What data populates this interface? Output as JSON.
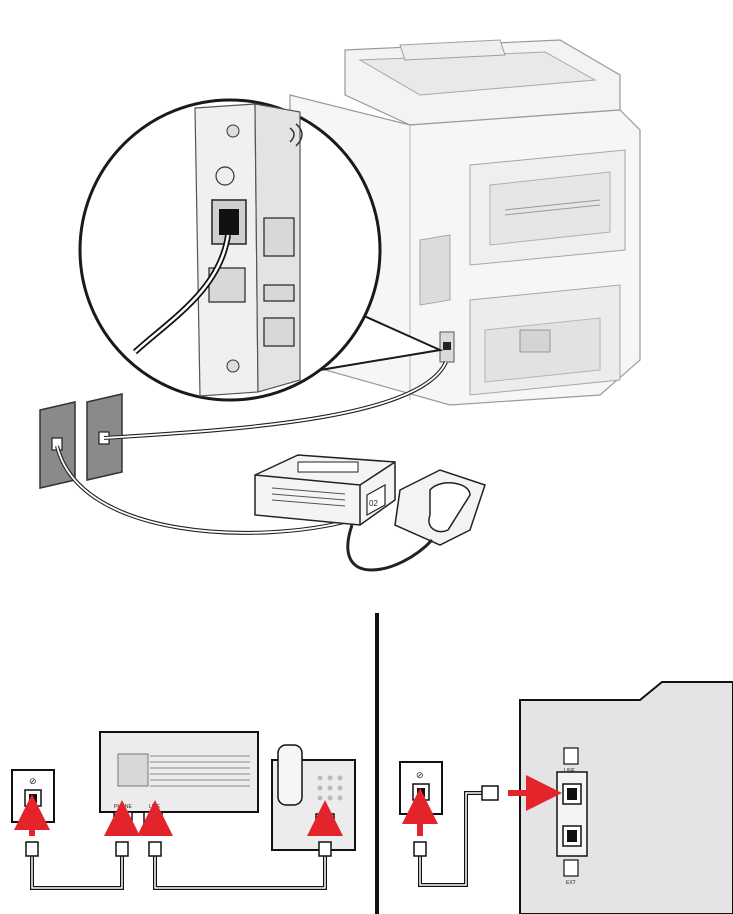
{
  "labels": {
    "phone_port": "PHONE",
    "line_port": "LINE",
    "printer_line": "LINE",
    "printer_ext": "EXT",
    "machine_display": "02"
  },
  "colors": {
    "arrow": "#e3242b",
    "wall_plate": "#8a8a8a",
    "printer_body": "#e4e4e4",
    "outline": "#1a1a1a"
  }
}
